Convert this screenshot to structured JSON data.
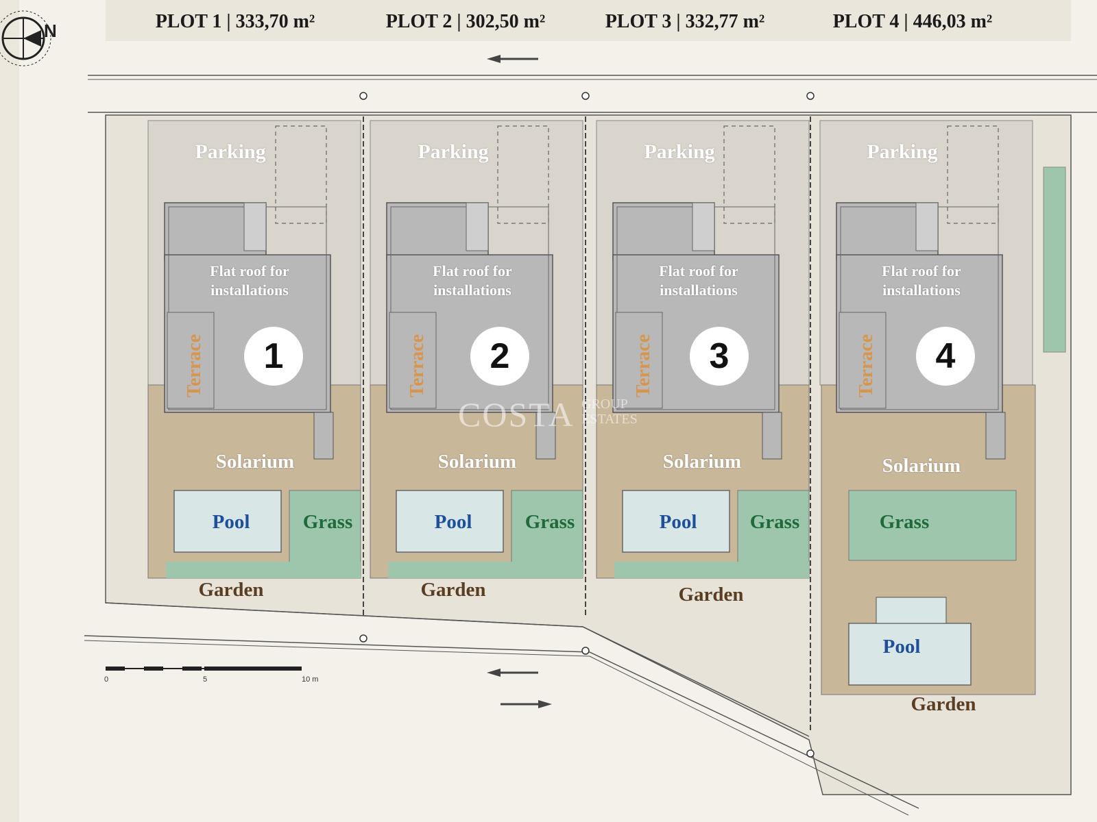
{
  "header": {
    "plots": [
      {
        "label": "PLOT 1 | 333,70 m²"
      },
      {
        "label": "PLOT 2 | 302,50 m²"
      },
      {
        "label": "PLOT 3 | 332,77 m²"
      },
      {
        "label": "PLOT 4 | 446,03 m²"
      }
    ]
  },
  "compass": {
    "label": "N"
  },
  "plots": [
    {
      "number": "1",
      "parking": "Parking",
      "flat_roof": "Flat roof for installations",
      "terrace": "Terrace",
      "solarium": "Solarium",
      "pool": "Pool",
      "grass": "Grass",
      "garden": "Garden"
    },
    {
      "number": "2",
      "parking": "Parking",
      "flat_roof": "Flat roof for installations",
      "terrace": "Terrace",
      "solarium": "Solarium",
      "pool": "Pool",
      "grass": "Grass",
      "garden": "Garden"
    },
    {
      "number": "3",
      "parking": "Parking",
      "flat_roof": "Flat roof for installations",
      "terrace": "Terrace",
      "solarium": "Solarium",
      "pool": "Pool",
      "grass": "Grass",
      "garden": "Garden"
    },
    {
      "number": "4",
      "parking": "Parking",
      "flat_roof": "Flat roof for installations",
      "terrace": "Terrace",
      "solarium": "Solarium",
      "pool": "Pool",
      "grass": "Grass",
      "garden": "Garden"
    }
  ],
  "scale": {
    "labels": [
      "0",
      "5",
      "10 m"
    ]
  },
  "watermark": {
    "main": "COSTA",
    "sub1": "GROUP",
    "sub2": "ESTATES"
  },
  "colors": {
    "paving": "#d9d4cc",
    "roof": "#b8b8b8",
    "deck": "#c9b79a",
    "pool": "#d8e6e6",
    "grass": "#9ec6ad",
    "ground": "#e8e3d9",
    "road": "#f7f5f0"
  }
}
